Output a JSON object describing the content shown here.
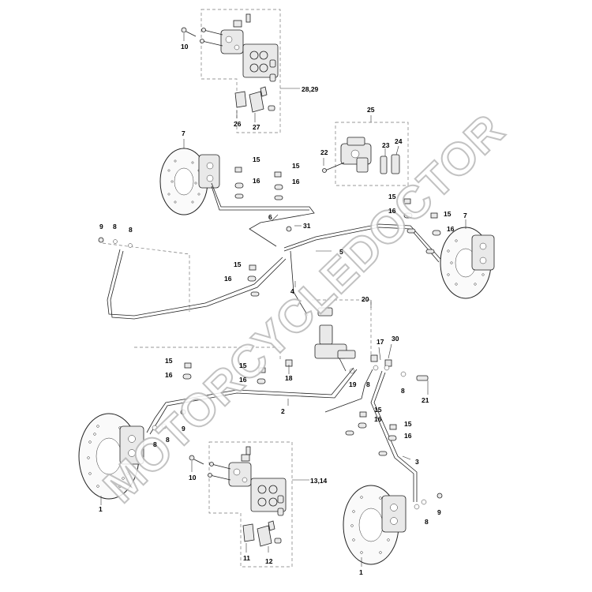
{
  "labels": {
    "l1a": "1",
    "l1b": "1",
    "l2": "2",
    "l3": "3",
    "l4": "4",
    "l5": "5",
    "l6": "6",
    "l7a": "7",
    "l7b": "7",
    "l8a": "8",
    "l8b": "8",
    "l8c": "8",
    "l8d": "8",
    "l8e": "8",
    "l8f": "8",
    "l8g": "8",
    "l9a": "9",
    "l9b": "9",
    "l9c": "9",
    "l10a": "10",
    "l10b": "10",
    "l11": "11",
    "l12": "12",
    "l1314": "13,14",
    "l15a": "15",
    "l15b": "15",
    "l15c": "15",
    "l15d": "15",
    "l15e": "15",
    "l15f": "15",
    "l15g": "15",
    "l15h": "15",
    "l15i": "15",
    "l16a": "16",
    "l16b": "16",
    "l16c": "16",
    "l16d": "16",
    "l16e": "16",
    "l16f": "16",
    "l16g": "16",
    "l16h": "16",
    "l16i": "16",
    "l17": "17",
    "l18": "18",
    "l19": "19",
    "l20": "20",
    "l21": "21",
    "l22": "22",
    "l23": "23",
    "l24": "24",
    "l25": "25",
    "l26": "26",
    "l27": "27",
    "l2829": "28,29",
    "l30": "30",
    "l31": "31"
  },
  "watermark": "MOTORCYCLEDOCTOR"
}
